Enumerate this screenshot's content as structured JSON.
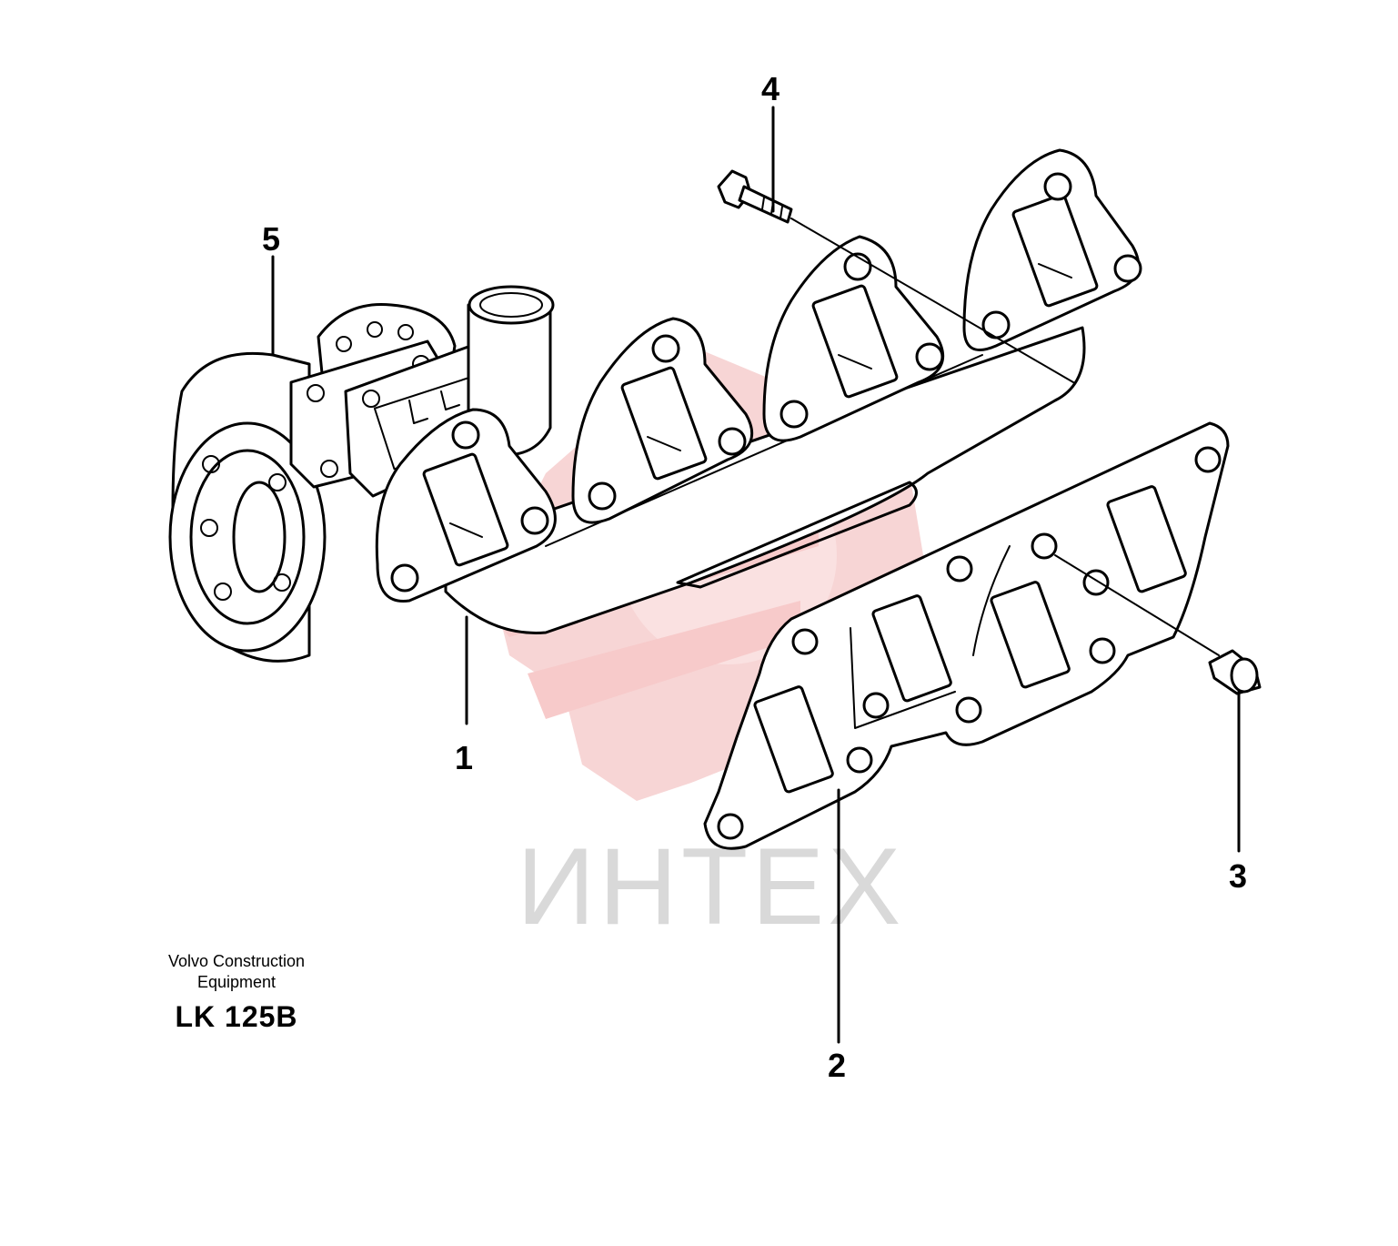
{
  "watermark": {
    "text": "ИНТЕХ",
    "logo_color": "#f2b3b3",
    "text_color": "#d9d9d9"
  },
  "callouts": [
    {
      "id": "1",
      "label": "1"
    },
    {
      "id": "2",
      "label": "2"
    },
    {
      "id": "3",
      "label": "3"
    },
    {
      "id": "4",
      "label": "4"
    },
    {
      "id": "5",
      "label": "5"
    }
  ],
  "caption": {
    "line1": "Volvo Construction",
    "line2": "Equipment",
    "model": "LK 125B"
  },
  "parts": [
    {
      "callout": "1",
      "icon": "exhaust-manifold-icon"
    },
    {
      "callout": "2",
      "icon": "manifold-gasket-icon"
    },
    {
      "callout": "3",
      "icon": "spacer-sleeve-icon"
    },
    {
      "callout": "4",
      "icon": "flange-bolt-icon"
    },
    {
      "callout": "5",
      "icon": "turbocharger-icon"
    }
  ]
}
